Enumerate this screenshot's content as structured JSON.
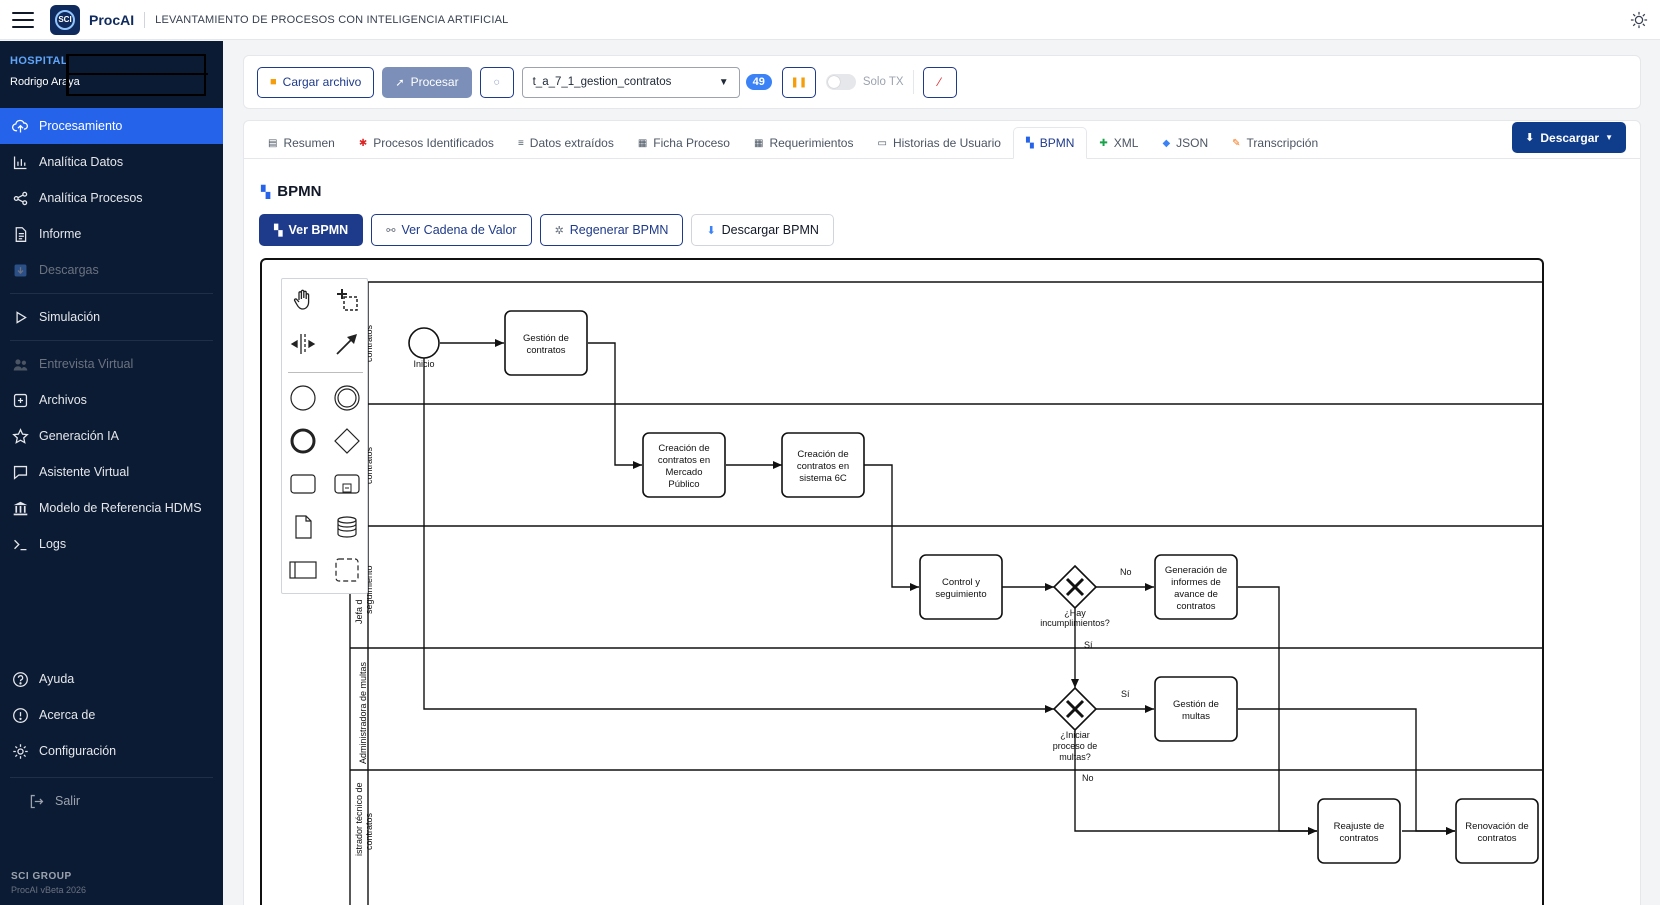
{
  "header": {
    "brand": "ProcAI",
    "subtitle": "LEVANTAMIENTO DE PROCESOS CON INTELIGENCIA ARTIFICIAL",
    "logo_text": "SCI"
  },
  "sidebar": {
    "org": "HOSPITAL",
    "user": "Rodrigo Araya",
    "items": [
      {
        "label": "Procesamiento",
        "icon": "upload-cloud-icon",
        "active": true
      },
      {
        "label": "Analítica Datos",
        "icon": "bar-chart-icon"
      },
      {
        "label": "Analítica Procesos",
        "icon": "share-nodes-icon"
      },
      {
        "label": "Informe",
        "icon": "document-icon"
      },
      {
        "label": "Descargas",
        "icon": "download-box-icon",
        "disabled": true
      },
      {
        "label": "Simulación",
        "icon": "play-icon"
      },
      {
        "label": "Entrevista Virtual",
        "icon": "people-icon",
        "disabled": true
      },
      {
        "label": "Archivos",
        "icon": "folder-plus-icon"
      },
      {
        "label": "Generación IA",
        "icon": "star-icon"
      },
      {
        "label": "Asistente Virtual",
        "icon": "chat-icon"
      },
      {
        "label": "Modelo de Referencia HDMS",
        "icon": "bank-icon"
      },
      {
        "label": "Logs",
        "icon": "terminal-icon"
      },
      {
        "label": "Ayuda",
        "icon": "help-icon"
      },
      {
        "label": "Acerca de",
        "icon": "info-icon"
      },
      {
        "label": "Configuración",
        "icon": "gear-icon"
      },
      {
        "label": "Salir",
        "icon": "logout-icon"
      }
    ],
    "footer_company": "SCI GROUP",
    "footer_version": "ProcAI vBeta 2026"
  },
  "toolbar": {
    "upload_label": "Cargar archivo",
    "process_label": "Procesar",
    "selected_file": "t_a_7_1_gestion_contratos",
    "count_badge": "49",
    "solo_tx_label": "Solo TX"
  },
  "tabs": [
    {
      "label": "Resumen",
      "icon": "page-icon"
    },
    {
      "label": "Procesos Identificados",
      "icon": "pin-icon"
    },
    {
      "label": "Datos extraídos",
      "icon": "list-icon"
    },
    {
      "label": "Ficha Proceso",
      "icon": "clipboard-icon"
    },
    {
      "label": "Requerimientos",
      "icon": "clipboard-icon"
    },
    {
      "label": "Historias de Usuario",
      "icon": "book-icon"
    },
    {
      "label": "BPMN",
      "icon": "map-icon",
      "active": true
    },
    {
      "label": "XML",
      "icon": "puzzle-icon"
    },
    {
      "label": "JSON",
      "icon": "diamond-icon"
    },
    {
      "label": "Transcripción",
      "icon": "memo-icon"
    }
  ],
  "download_label": "Descargar",
  "section_title": "BPMN",
  "view_buttons": [
    {
      "label": "Ver BPMN",
      "icon": "map-icon"
    },
    {
      "label": "Ver Cadena de Valor",
      "icon": "link-icon"
    },
    {
      "label": "Regenerar BPMN",
      "icon": "gear-icon"
    },
    {
      "label": "Descargar BPMN",
      "icon": "download-icon"
    }
  ],
  "diagram": {
    "lanes": [
      "contratos",
      "contratos",
      "Jefa de seguimiento",
      "Administradora de multas",
      "istrador técnico de contratos"
    ],
    "start_event": "Inicio",
    "tasks": {
      "t1": [
        "Gestión de",
        "contratos"
      ],
      "t2": [
        "Creación de",
        "contratos en",
        "Mercado",
        "Público"
      ],
      "t3": [
        "Creación de",
        "contratos en",
        "sistema 6C"
      ],
      "t4": [
        "Control y",
        "seguimiento"
      ],
      "t5": [
        "Generación de",
        "informes de",
        "avance de",
        "contratos"
      ],
      "t6": [
        "Gestión de",
        "multas"
      ],
      "t7": [
        "Reajuste de",
        "contratos"
      ],
      "t8": [
        "Renovación de",
        "contratos"
      ]
    },
    "gateways": {
      "g1": [
        "¿Hay",
        "incumplimientos?"
      ],
      "g2": [
        "¿Iniciar",
        "proceso de",
        "multas?"
      ]
    },
    "flow_labels": {
      "no1": "No",
      "si1": "Sí",
      "si2": "Sí",
      "no2": "No"
    }
  },
  "colors": {
    "sidebar": "#0b1b33",
    "accent": "#2563eb",
    "primary": "#1e3a8a"
  }
}
